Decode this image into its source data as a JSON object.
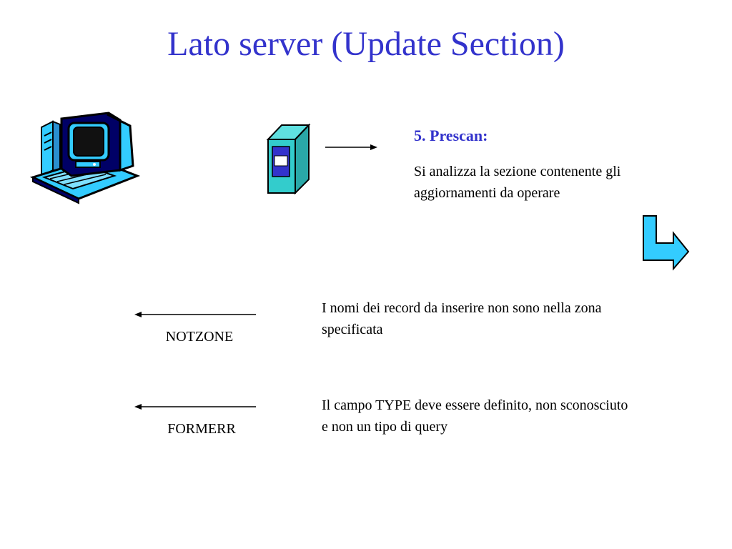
{
  "slide": {
    "title": "Lato server (Update Section)",
    "step": {
      "heading": "5. Prescan:",
      "description": "Si analizza la sezione contenente gli aggiornamenti da operare"
    },
    "responses": [
      {
        "code": "NOTZONE",
        "description": "I nomi dei record da inserire non sono nella zona specificata"
      },
      {
        "code": "FORMERR",
        "description": "Il campo TYPE deve essere definito, non sconosciuto e non un tipo di query"
      }
    ]
  },
  "colors": {
    "title": "#3333cc",
    "heading": "#3333cc",
    "server_box": "#33cccc",
    "server_window": "#3333cc",
    "bend_arrow": "#33ccff",
    "computer_frame": "#33ccff",
    "computer_dark": "#000066"
  },
  "icons": {
    "client": "computer-icon",
    "server": "server-icon",
    "next": "bent-arrow-icon"
  }
}
